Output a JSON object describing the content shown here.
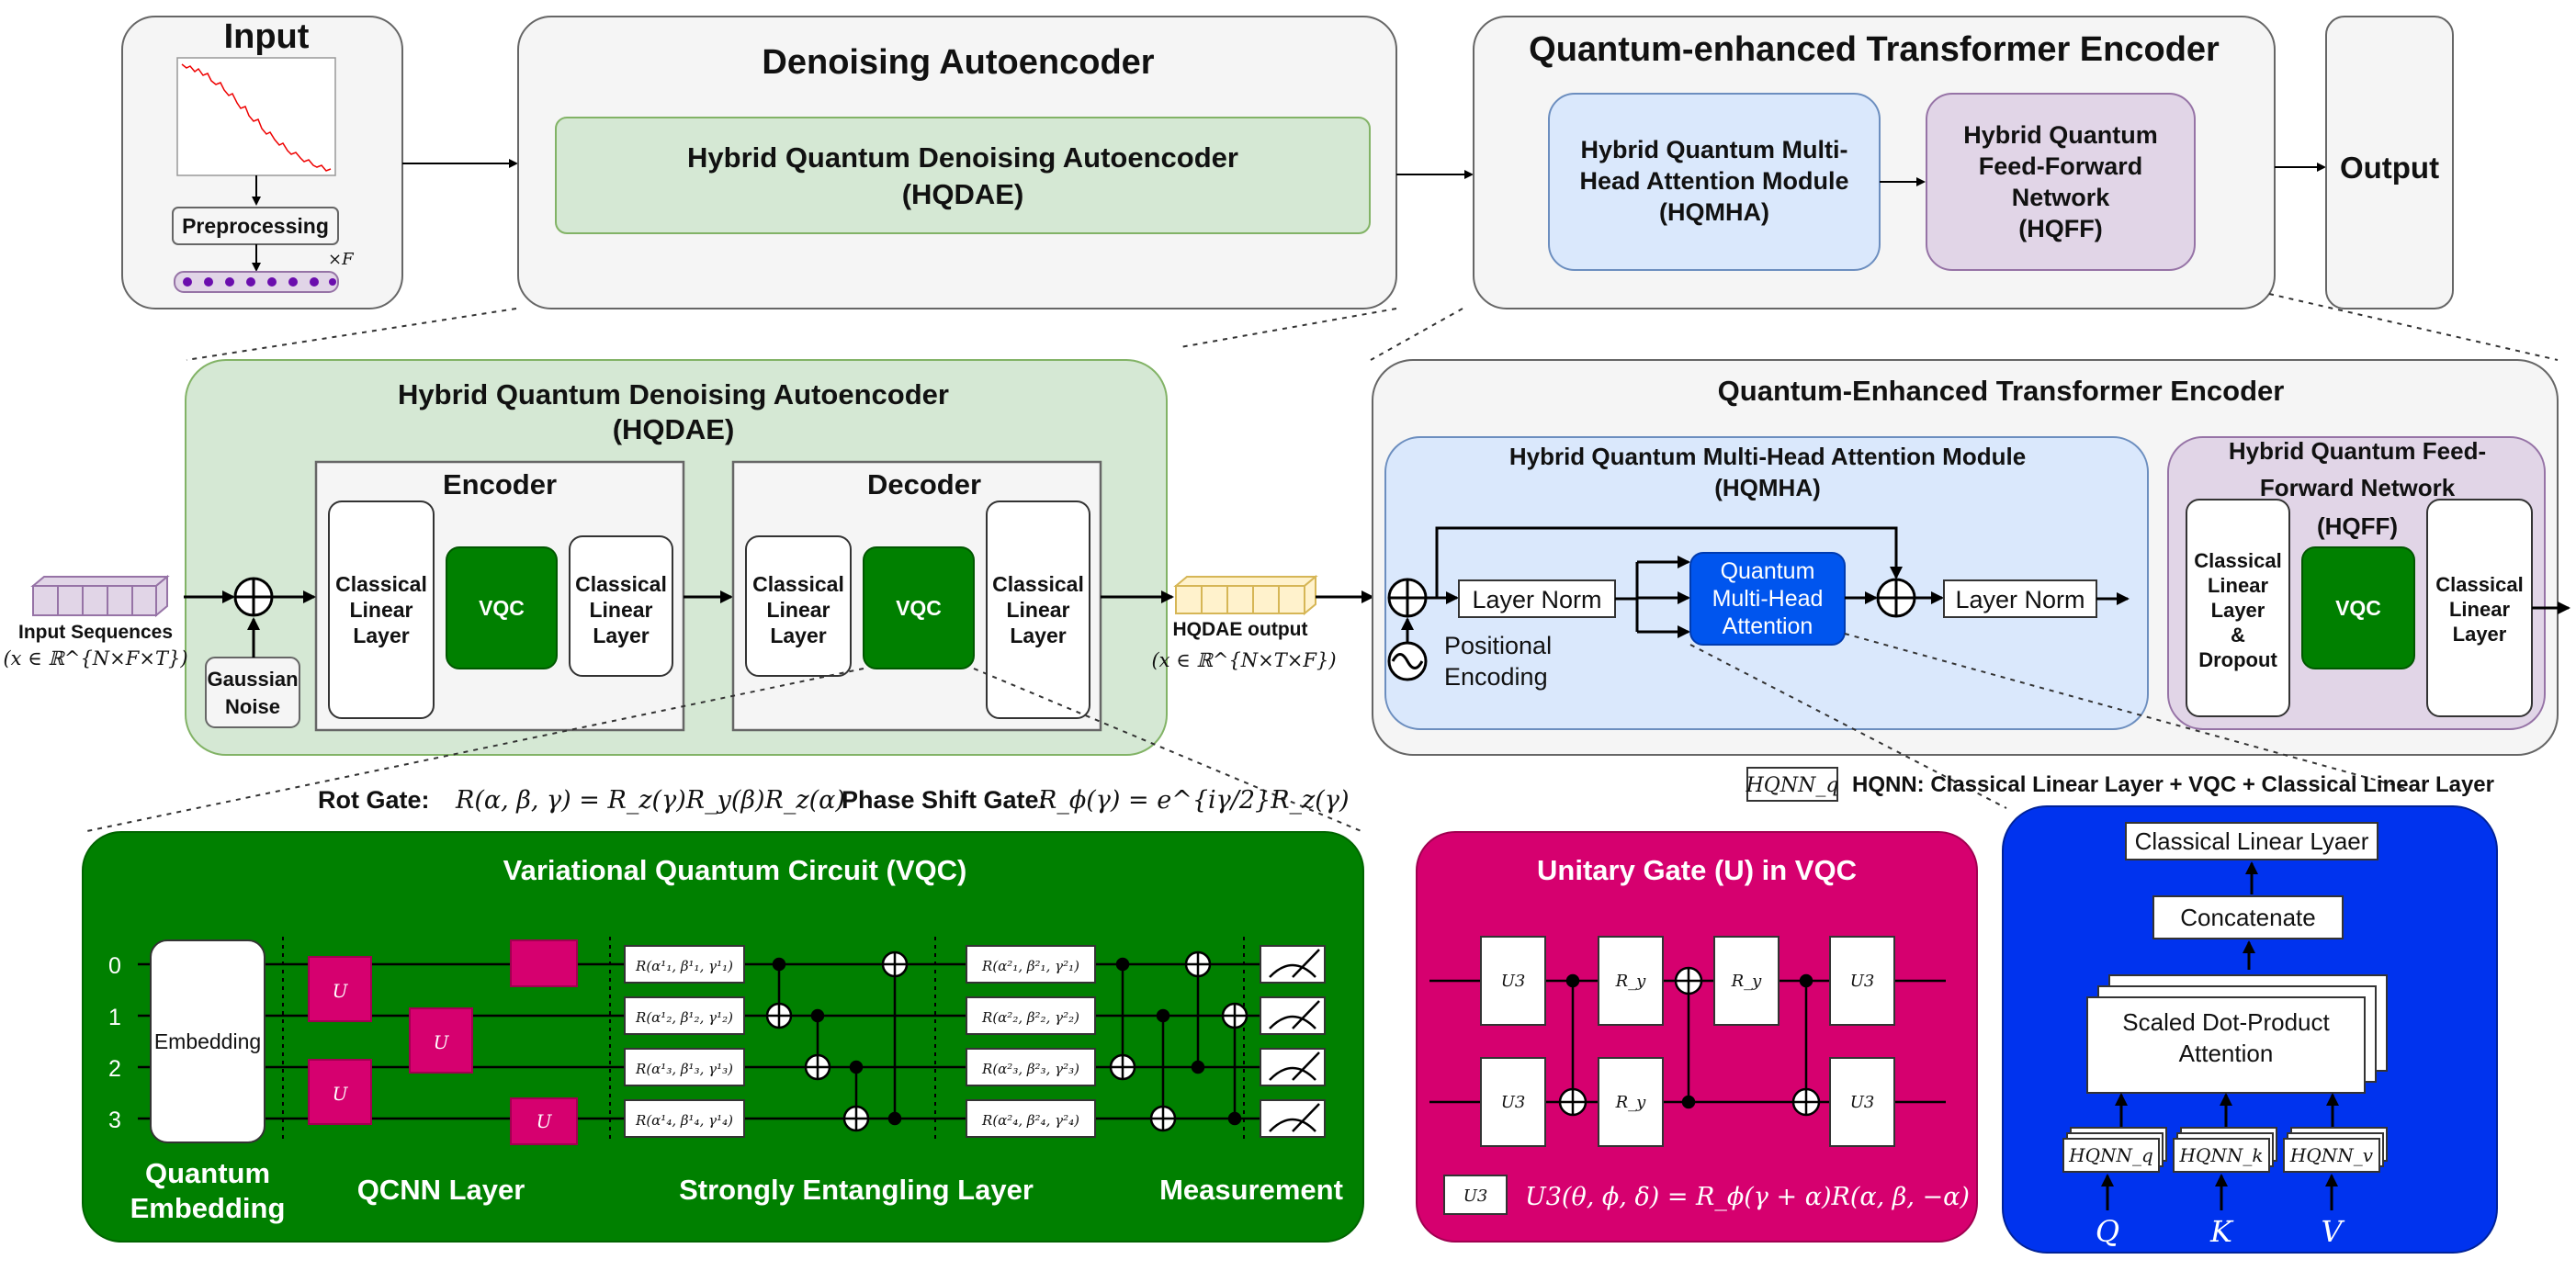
{
  "top": {
    "input_title": "Input",
    "preprocessing": "Preprocessing",
    "times_f": "×F",
    "dae_title": "Denoising Autoencoder",
    "hqdae_line1": "Hybrid Quantum Denoising Autoencoder",
    "hqdae_line2": "(HQDAE)",
    "qe_title": "Quantum-enhanced Transformer Encoder",
    "hqmha_l1": "Hybrid Quantum Multi-",
    "hqmha_l2": "Head Attention Module",
    "hqmha_l3": "(HQMHA)",
    "hqff_l1": "Hybrid Quantum",
    "hqff_l2": "Feed-Forward",
    "hqff_l3": "Network",
    "hqff_l4": "(HQFF)",
    "output": "Output"
  },
  "hqdae": {
    "title1": "Hybrid Quantum Denoising Autoencoder",
    "title2": "(HQDAE)",
    "encoder": "Encoder",
    "decoder": "Decoder",
    "classical": "Classical",
    "linear": "Linear",
    "layer": "Layer",
    "vqc": "VQC",
    "gaussian1": "Gaussian",
    "gaussian2": "Noise",
    "input_seq": "Input Sequences",
    "input_math": "(x ∈ ℝ^{N×F×T})",
    "out_label": "HQDAE output",
    "out_math": "(x ∈ ℝ^{N×T×F})"
  },
  "qte": {
    "title": "Quantum-Enhanced Transformer Encoder",
    "hqmha_title1": "Hybrid Quantum Multi-Head Attention Module",
    "hqmha_title2": "(HQMHA)",
    "layer_norm": "Layer Norm",
    "qmha1": "Quantum",
    "qmha2": "Multi-Head",
    "qmha3": "Attention",
    "pos1": "Positional",
    "pos2": "Encoding",
    "hqff_title1": "Hybrid Quantum Feed-",
    "hqff_title2": "Forward Network",
    "hqff_title3": "(HQFF)",
    "dropout_and": "&",
    "dropout": "Dropout",
    "vqc": "VQC"
  },
  "gates": {
    "rot": "Rot Gate:",
    "rot_eq": "R(α, β, γ) = R_z(γ)R_y(β)R_z(α)",
    "phase": "Phase Shift Gate:",
    "phase_eq": "R_ϕ(γ) = e^{iγ/2}R_z(γ)",
    "hqnn_sym": "HQNN_q",
    "hqnn_def": "HQNN: Classical Linear Layer + VQC + Classical Linear Layer"
  },
  "vqc": {
    "title": "Variational Quantum Circuit (VQC)",
    "wires": [
      "0",
      "1",
      "2",
      "3"
    ],
    "embedding": "Embedding",
    "u": "U",
    "rot_l1": [
      "R(α¹₁, β¹₁, γ¹₁)",
      "R(α¹₂, β¹₂, γ¹₂)",
      "R(α¹₃, β¹₃, γ¹₃)",
      "R(α¹₄, β¹₄, γ¹₄)"
    ],
    "rot_l2": [
      "R(α²₁, β²₁, γ²₁)",
      "R(α²₂, β²₂, γ²₂)",
      "R(α²₃, β²₃, γ²₃)",
      "R(α²₄, β²₄, γ²₄)"
    ],
    "label_embed1": "Quantum",
    "label_embed2": "Embedding",
    "label_qcnn": "QCNN Layer",
    "label_sel": "Strongly Entangling Layer",
    "label_meas": "Measurement"
  },
  "unitary": {
    "title": "Unitary Gate (U) in VQC",
    "u3": "U3",
    "ry": "R_y",
    "eq": "U3(θ, ϕ, δ) = R_ϕ(γ + α)R(α, β, −α)"
  },
  "attn": {
    "cll": "Classical Linear Lyaer",
    "concat": "Concatenate",
    "sdpa1": "Scaled Dot-Product",
    "sdpa2": "Attention",
    "hqnn_q": "HQNN_q",
    "hqnn_k": "HQNN_k",
    "hqnn_v": "HQNN_v",
    "q": "Q",
    "k": "K",
    "v": "V"
  },
  "colors": {
    "green_light": "#d5e8d4",
    "green_dark": "#008000",
    "blue_light": "#dae8fc",
    "purple_light": "#e1d5e7",
    "magenta": "#d6006f",
    "blue_strong": "#0033ee",
    "grey_panel": "#f5f5f5",
    "input_seq": "#e1d5e7",
    "output_seq": "#fff2cc"
  }
}
